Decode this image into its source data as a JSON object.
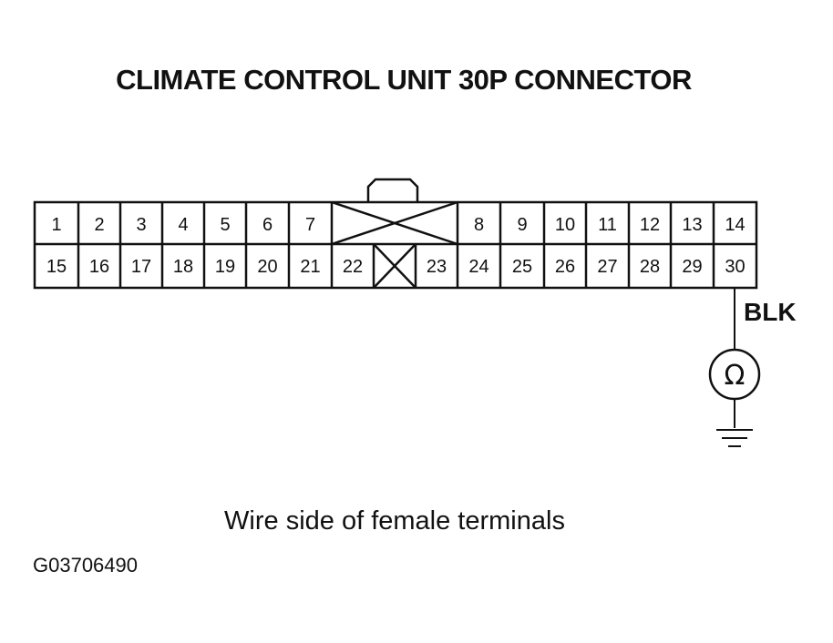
{
  "title": "CLIMATE CONTROL UNIT 30P CONNECTOR",
  "connector": {
    "top_row": [
      "1",
      "2",
      "3",
      "4",
      "5",
      "6",
      "7",
      "",
      "8",
      "9",
      "10",
      "11",
      "12",
      "13",
      "14"
    ],
    "bottom_row": [
      "15",
      "16",
      "17",
      "18",
      "19",
      "20",
      "21",
      "22",
      "",
      "23",
      "24",
      "25",
      "26",
      "27",
      "28",
      "29",
      "30"
    ]
  },
  "meter": {
    "wire_color": "BLK",
    "symbol": "Ω",
    "icon": "ohmmeter-icon",
    "ground_icon": "ground-icon"
  },
  "caption": "Wire side of female terminals",
  "figure_id": "G03706490"
}
